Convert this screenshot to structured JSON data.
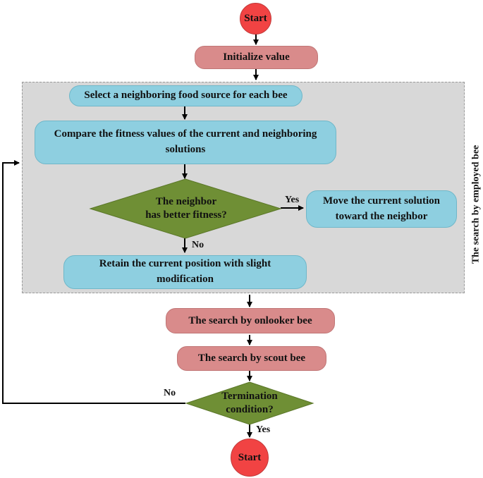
{
  "nodes": {
    "start": "Start",
    "initialize": "Initialize value",
    "select_neighbor": "Select a neighboring food source for each bee",
    "compare_fitness": "Compare the fitness values of the current and neighboring solutions",
    "decision_fitness_line1": "The neighbor",
    "decision_fitness_line2": "has better fitness?",
    "move_toward": "Move the current solution toward the neighbor",
    "retain_position": "Retain the current position with slight modification",
    "onlooker": "The search by onlooker bee",
    "scout": "The search by scout bee",
    "termination_line1": "Termination",
    "termination_line2": "condition?",
    "end": "Start"
  },
  "labels": {
    "yes_fitness": "Yes",
    "no_fitness": "No",
    "no_termination": "No",
    "yes_termination": "Yes",
    "employed_phase": "The search by employed bee"
  },
  "colors": {
    "terminal": "#f14343",
    "process_pink": "#d98b8b",
    "process_blue": "#8ecfe0",
    "decision": "#6f8f35",
    "panel": "#d8d8d8"
  }
}
